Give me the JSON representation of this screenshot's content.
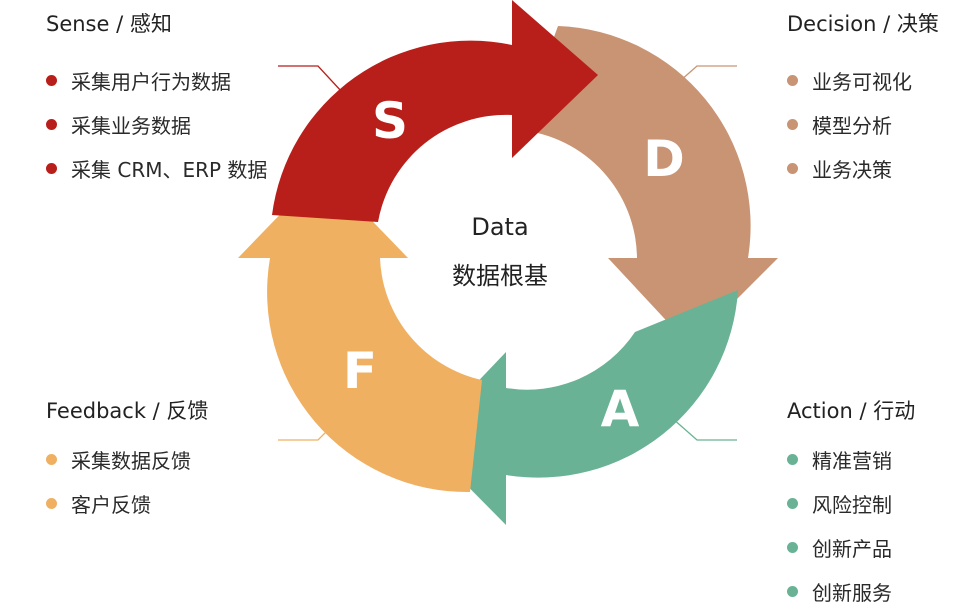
{
  "center": {
    "line1": "Data",
    "line2": "数据根基"
  },
  "segments": {
    "sense": {
      "letter": "S",
      "title": "Sense / 感知",
      "color": "#b81f1a",
      "items": [
        "采集用户行为数据",
        "采集业务数据",
        "采集 CRM、ERP 数据"
      ]
    },
    "decision": {
      "letter": "D",
      "title": "Decision / 决策",
      "color": "#c99473",
      "items": [
        "业务可视化",
        "模型分析",
        "业务决策"
      ]
    },
    "action": {
      "letter": "A",
      "title": "Action / 行动",
      "color": "#6ab295",
      "items": [
        "精准营销",
        "风险控制",
        "创新产品",
        "创新服务"
      ]
    },
    "feedback": {
      "letter": "F",
      "title": "Feedback / 反馈",
      "color": "#f0b062",
      "items": [
        "采集数据反馈",
        "客户反馈"
      ]
    }
  }
}
